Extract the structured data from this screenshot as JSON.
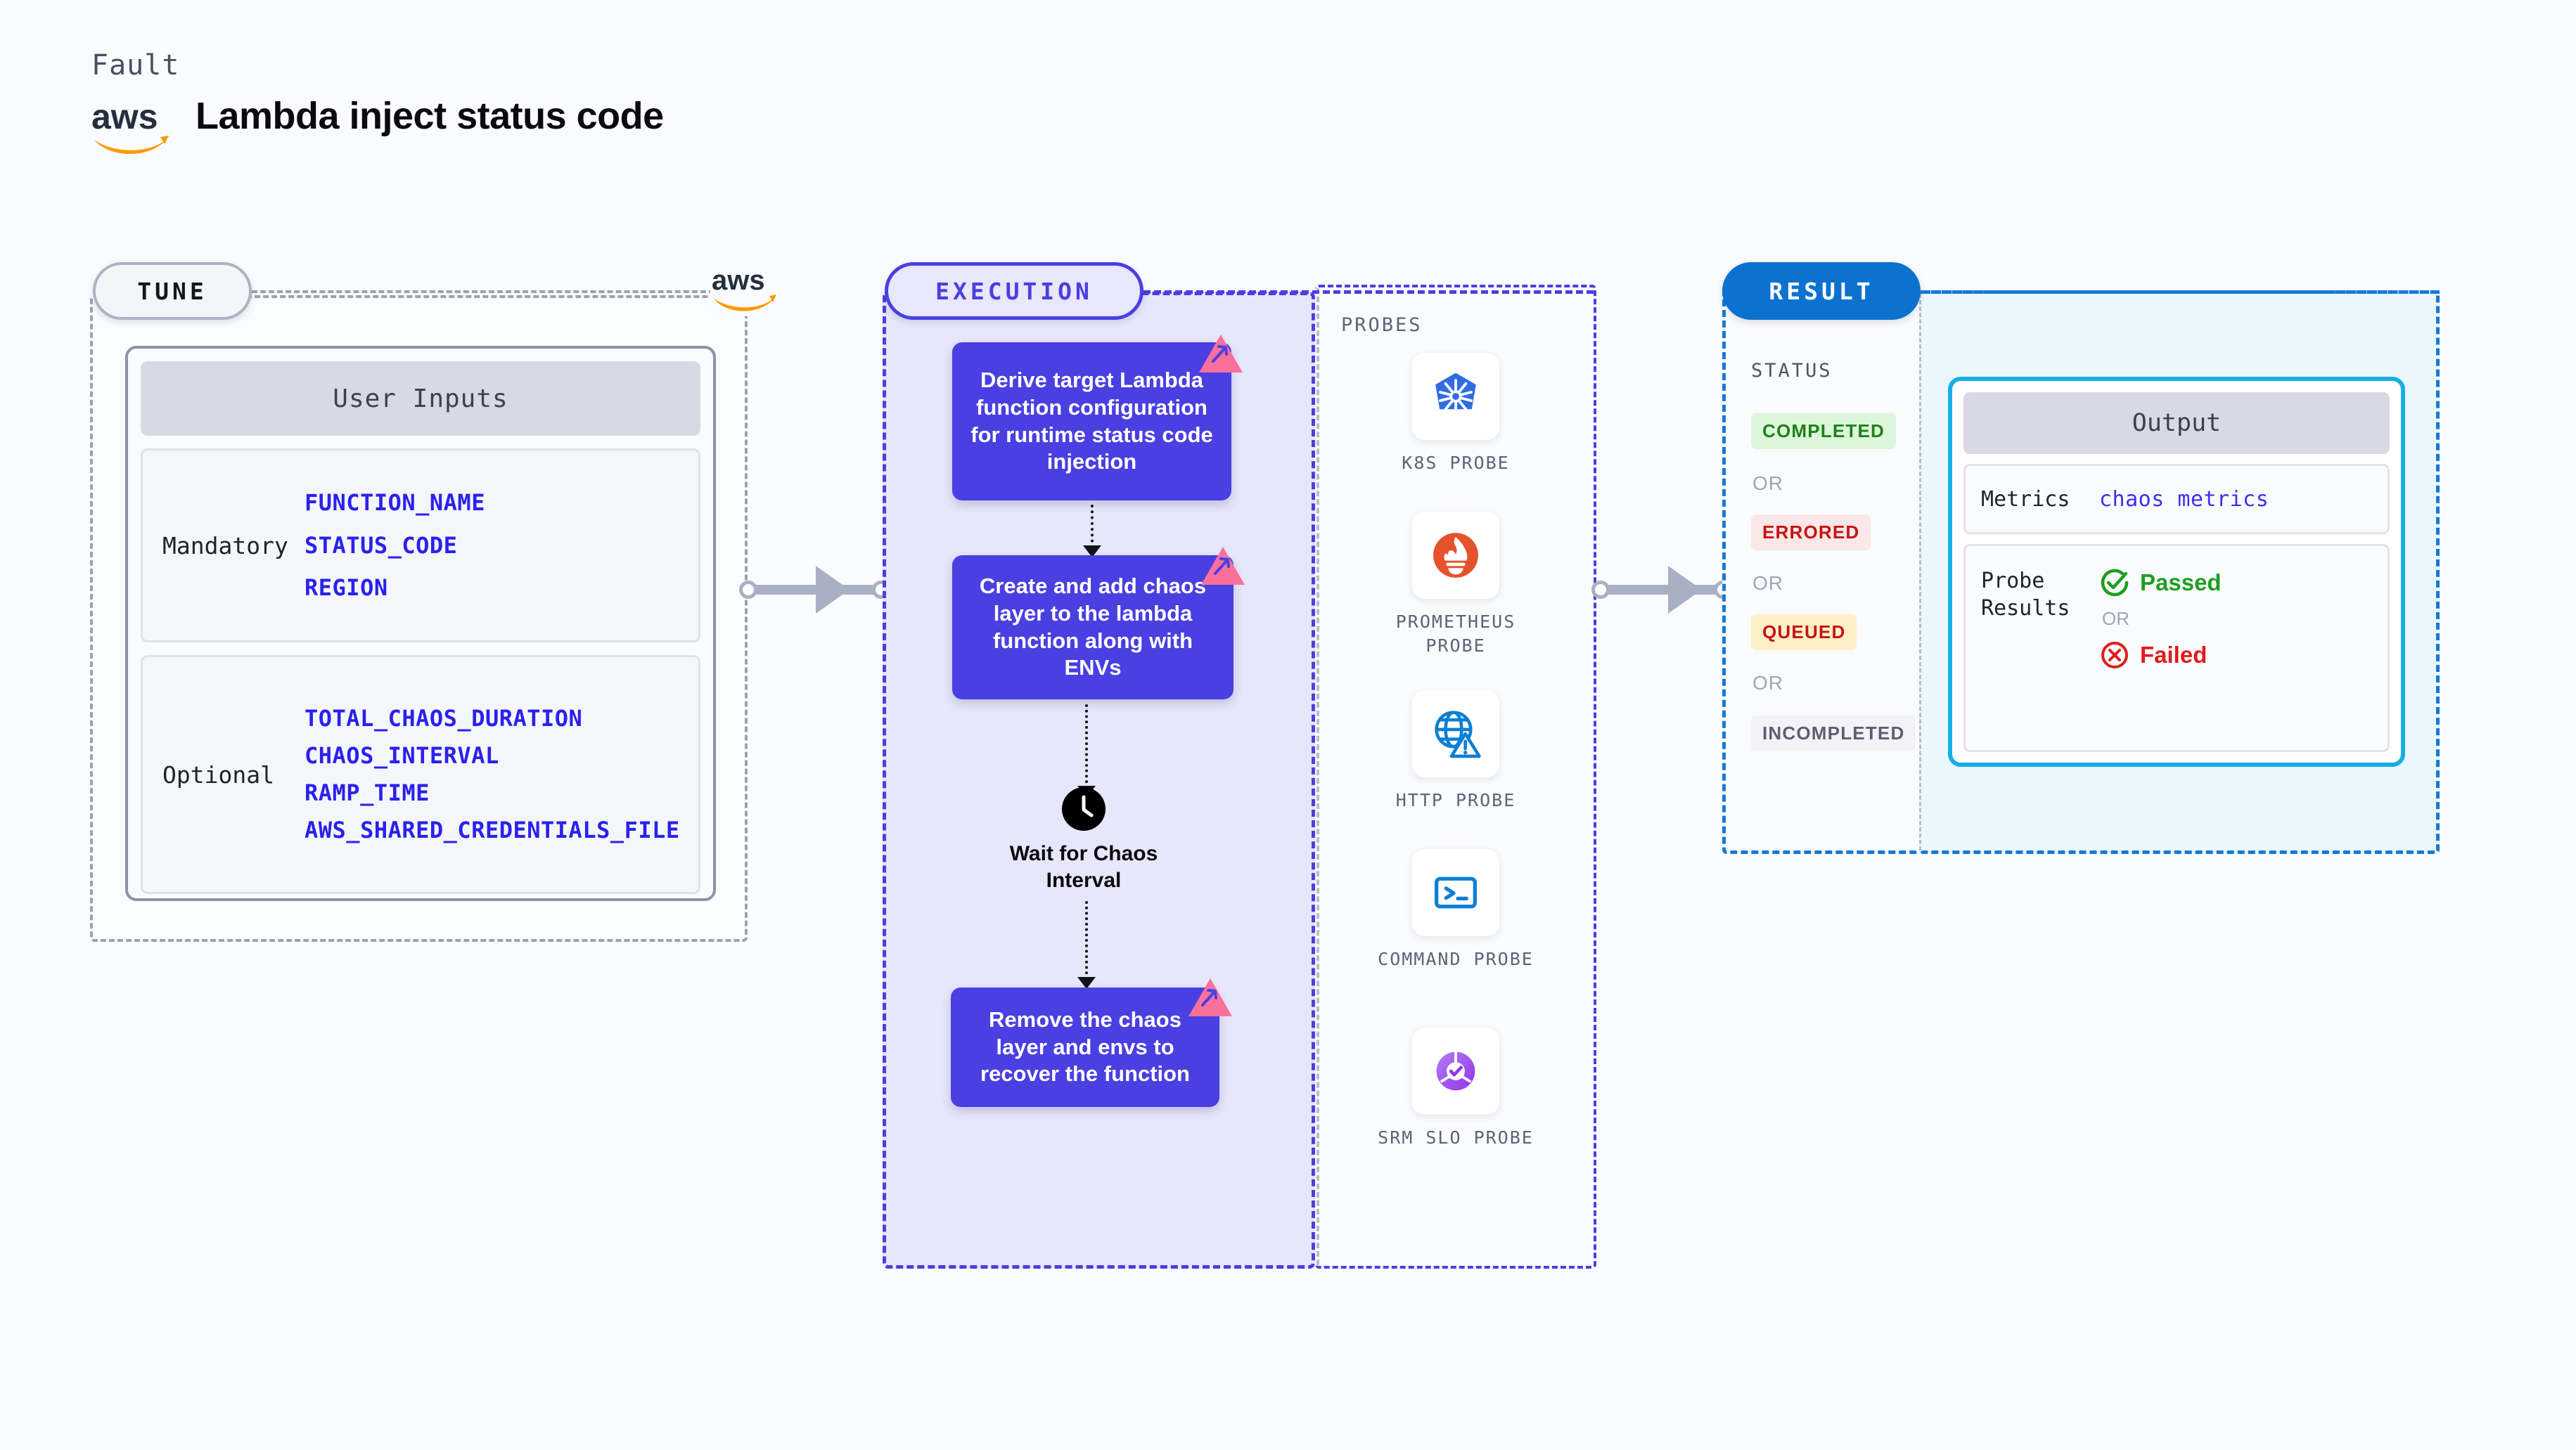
{
  "header": {
    "kicker": "Fault",
    "title": "Lambda inject status code",
    "logo_icon": "aws-logo"
  },
  "tune": {
    "pill_label": "TUNE",
    "cloud_logo_icon": "aws-logo",
    "card": {
      "title": "User Inputs",
      "groups": [
        {
          "label": "Mandatory",
          "vars": [
            "FUNCTION_NAME",
            "STATUS_CODE",
            "REGION"
          ]
        },
        {
          "label": "Optional",
          "vars": [
            "TOTAL_CHAOS_DURATION",
            "CHAOS_INTERVAL",
            "RAMP_TIME",
            "AWS_SHARED_CREDENTIALS_FILE"
          ]
        }
      ]
    }
  },
  "execution": {
    "pill_label": "EXECUTION",
    "steps": [
      {
        "text": "Derive target Lambda function configuration for runtime status code injection",
        "badge_icon": "litmus-logo-badge"
      },
      {
        "text": "Create and add chaos layer to the lambda function along with ENVs",
        "badge_icon": "litmus-logo-badge"
      }
    ],
    "wait": {
      "icon": "clock-icon",
      "label": "Wait for Chaos Interval"
    },
    "final_step": {
      "text": "Remove the chaos layer and envs to recover the function",
      "badge_icon": "litmus-logo-badge"
    }
  },
  "probes": {
    "section_label": "PROBES",
    "items": [
      {
        "name": "K8S PROBE",
        "icon": "kubernetes-icon"
      },
      {
        "name": "PROMETHEUS PROBE",
        "icon": "prometheus-icon"
      },
      {
        "name": "HTTP PROBE",
        "icon": "http-globe-warning-icon"
      },
      {
        "name": "COMMAND PROBE",
        "icon": "terminal-icon"
      },
      {
        "name": "SRM SLO PROBE",
        "icon": "srm-slo-donut-icon"
      }
    ]
  },
  "result": {
    "pill_label": "RESULT",
    "status_label": "STATUS",
    "or_label": "OR",
    "statuses": [
      {
        "label": "COMPLETED",
        "bg": "#ddf5db",
        "fg": "#1d8218"
      },
      {
        "label": "ERRORED",
        "bg": "#fbe7e7",
        "fg": "#c61313"
      },
      {
        "label": "QUEUED",
        "bg": "#fdf0c8",
        "fg": "#c61313"
      },
      {
        "label": "INCOMPLETED",
        "bg": "#f2f2f7",
        "fg": "#5b5f72"
      }
    ],
    "output": {
      "title": "Output",
      "metrics_key": "Metrics",
      "metrics_value": "chaos metrics",
      "probe_results_key": "Probe Results",
      "passed_label": "Passed",
      "failed_label": "Failed",
      "or_label": "OR",
      "passed_icon": "check-circle-icon",
      "failed_icon": "x-circle-icon"
    }
  },
  "colors": {
    "accent_execution": "#4a3fe0",
    "accent_result": "#1978d4",
    "accent_output_border": "#16aee8",
    "aws_orange": "#ff9900",
    "litmus_pink": "#fa709c"
  }
}
